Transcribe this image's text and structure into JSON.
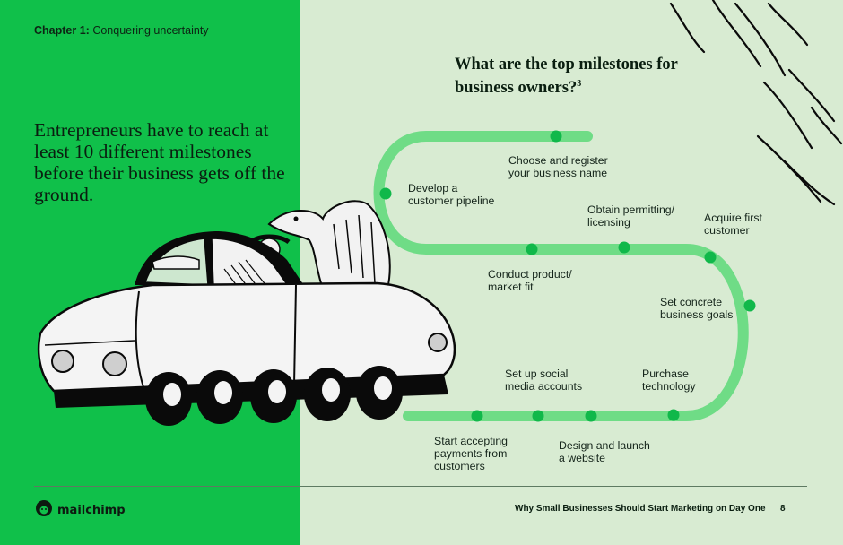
{
  "header": {
    "chapter_label": "Chapter 1:",
    "chapter_title": "Conquering uncertainty"
  },
  "headline": "Entrepreneurs have to reach at least 10 different milestones before their business gets off the ground.",
  "question": {
    "title": "What are the top milestones for business owners?",
    "footnote": "3"
  },
  "milestones": [
    "Choose and register\nyour business name",
    "Develop a\ncustomer pipeline",
    "Obtain permitting/\nlicensing",
    "Acquire first\ncustomer",
    "Conduct product/\nmarket fit",
    "Set concrete\nbusiness goals",
    "Set up social\nmedia accounts",
    "Purchase\ntechnology",
    "Start accepting\npayments from\ncustomers",
    "Design and launch\na website"
  ],
  "footer": {
    "brand": "mailchimp",
    "doc_title": "Why Small Businesses Should Start Marketing on Day One",
    "page_number": "8"
  },
  "colors": {
    "green_panel": "#10c04a",
    "light_panel": "#d8ebd2",
    "road": "#6fdc86",
    "milestone_dot": "#10b84a"
  },
  "icons": {
    "logo": "mailchimp-monkey-icon"
  }
}
